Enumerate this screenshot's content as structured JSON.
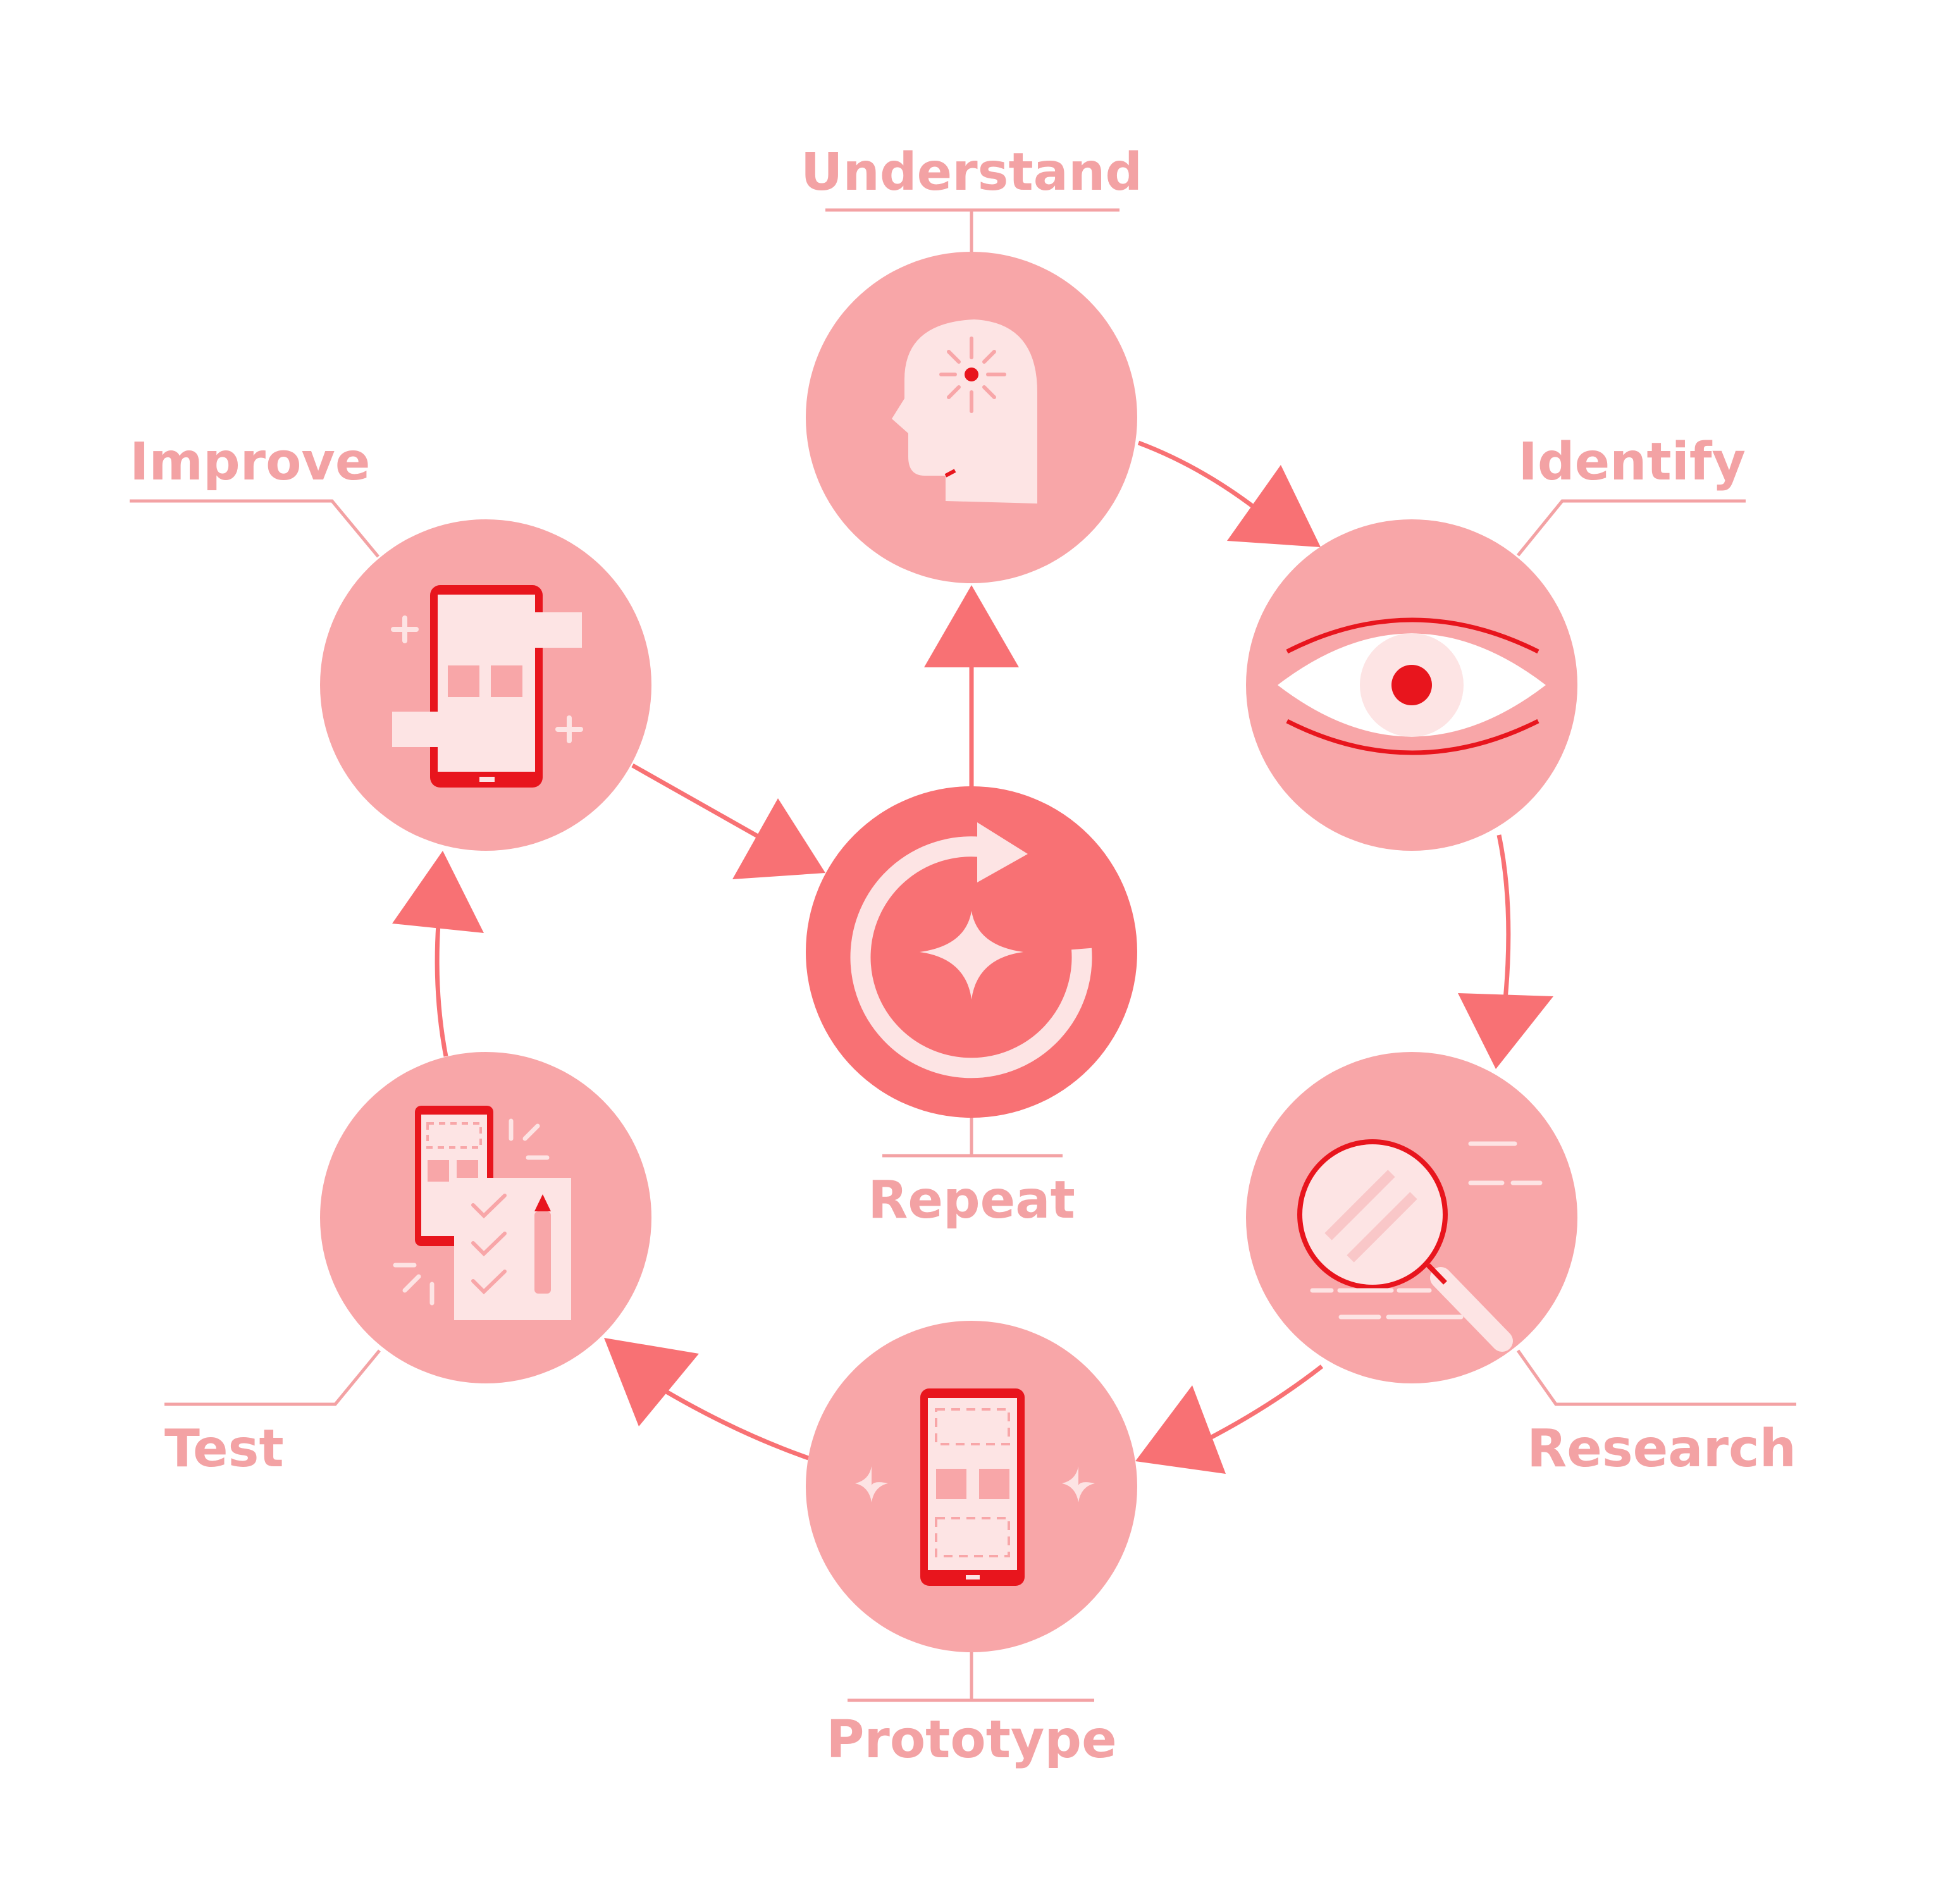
{
  "colors": {
    "background": "#ffffff",
    "circle": "#f8a6a8",
    "center_circle": "#f87174",
    "arrow": "#f87174",
    "label": "#f3a2a4",
    "accent_red": "#e8151d",
    "pale": "#fde4e4"
  },
  "labels": {
    "understand": "Understand",
    "identify": "Identify",
    "research": "Research",
    "prototype": "Prototype",
    "test": "Test",
    "improve": "Improve",
    "repeat": "Repeat"
  },
  "icons": {
    "understand": "head-with-idea-icon",
    "identify": "eye-icon",
    "research": "magnifying-glass-icon",
    "prototype": "phone-wireframe-icon",
    "test": "phone-checklist-icon",
    "improve": "phone-add-components-icon",
    "repeat": "refresh-sparkle-icon"
  }
}
